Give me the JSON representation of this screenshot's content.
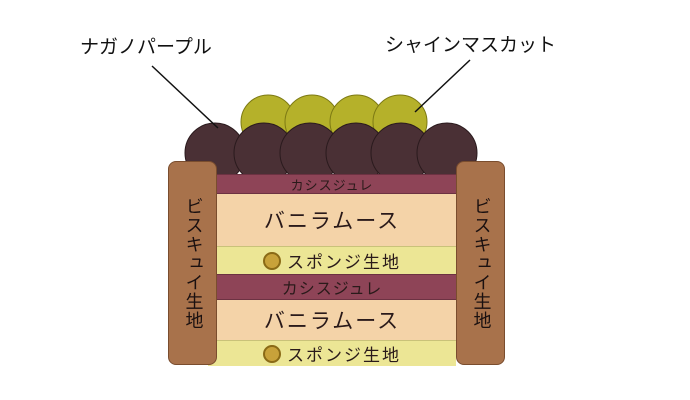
{
  "labels": {
    "nagano_purple": "ナガノパープル",
    "shine_muscat": "シャインマスカット"
  },
  "layers": {
    "cassis_top": "カシスジュレ",
    "vanilla_top": "バニラムース",
    "sponge_top": "スポンジ生地",
    "cassis_bottom": "カシスジュレ",
    "vanilla_bottom": "バニラムース",
    "sponge_bottom": "スポンジ生地"
  },
  "biscuit": {
    "left": "ビスキュイ生地",
    "right": "ビスキュイ生地"
  },
  "colors": {
    "nagano_purple": "#4a3035",
    "shine_muscat": "#b5b12a",
    "cassis": "#8e4457",
    "vanilla": "#f4d3a8",
    "sponge": "#ece695",
    "biscuit": "#a8724b"
  },
  "icons": {
    "award_badge": "award-badge-icon"
  }
}
